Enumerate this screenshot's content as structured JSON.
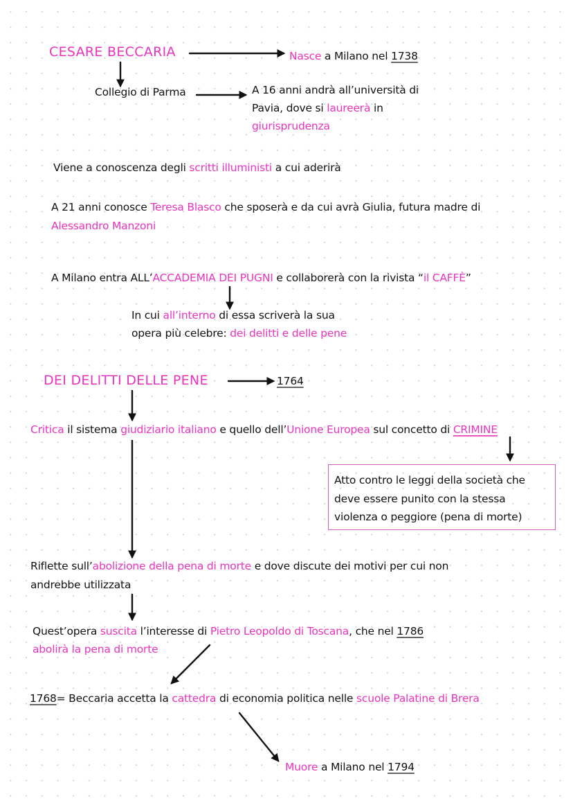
{
  "title": "CESARE BECCARIA",
  "birth": {
    "highlight": "Nasce",
    "text": " a Milano nel ",
    "year": "1738"
  },
  "education": {
    "college": "Collegio di Parma",
    "university_line1": "A 16 anni andrà all’università di",
    "university_line2_pre": "Pavia, dove si ",
    "university_line2_highlight": "laureerà",
    "university_line2_post": " in",
    "university_line3_highlight": "giurisprudenza"
  },
  "enlightenment": {
    "pre": "Viene a conoscenza degli ",
    "highlight": "scritti illuministi",
    "post": " a cui aderirà"
  },
  "marriage": {
    "pre": "A 21 anni conosce ",
    "highlight": "Teresa Blasco",
    "post": " che sposerà e da cui avrà Giulia, futura madre di",
    "line2_highlight": "Alessandro Manzoni"
  },
  "academy": {
    "pre": "A Milano entra ALL’",
    "highlight1": "ACCADEMIA DEI PUGNI",
    "mid": " e collaborerà con la rivista “",
    "highlight2": "il CAFFÈ",
    "post": "”",
    "sub_line1_pre": "In cui ",
    "sub_line1_highlight": "all’interno",
    "sub_line1_post": " di essa scriverà la sua",
    "sub_line2_pre": "opera più celebre: ",
    "sub_line2_highlight": "dei delitti e delle pene"
  },
  "work": {
    "title": "DEI DELITTI DELLE PENE",
    "year": "1764"
  },
  "critique": {
    "h1": "Critica",
    "t1": " il sistema ",
    "h2": "giudiziario italiano",
    "t2": " e quello dell’",
    "h3": "Unione Europea",
    "t3": " sul concetto di ",
    "h4": "CRIMINE"
  },
  "crime_box": {
    "line1": "Atto contro le leggi della società che",
    "line2": "deve essere punito con la stessa",
    "line3": "violenza o peggiore (pena di morte)"
  },
  "reflection": {
    "pre": "Riflette sull’",
    "highlight": "abolizione della pena di morte",
    "post": " e dove discute dei motivi per cui non",
    "line2": "andrebbe utilizzata"
  },
  "influence": {
    "pre": "Quest’opera ",
    "h1": "suscita",
    "mid1": " l’interesse di ",
    "h2": "Pietro Leopoldo di Toscana",
    "mid2": ", che nel ",
    "year": "1786",
    "line2_highlight": "abolirà la pena di morte"
  },
  "chair": {
    "year": "1768",
    "pre": "= Beccaria accetta la ",
    "h1": "cattedra",
    "mid": " di economia politica nelle ",
    "h2": "scuole Palatine di Brera"
  },
  "death": {
    "highlight": "Muore",
    "text": " a Milano nel ",
    "year": "1794"
  },
  "colors": {
    "accent": "#ea33c0",
    "box_border": "#d95fc2",
    "text": "#111111"
  }
}
